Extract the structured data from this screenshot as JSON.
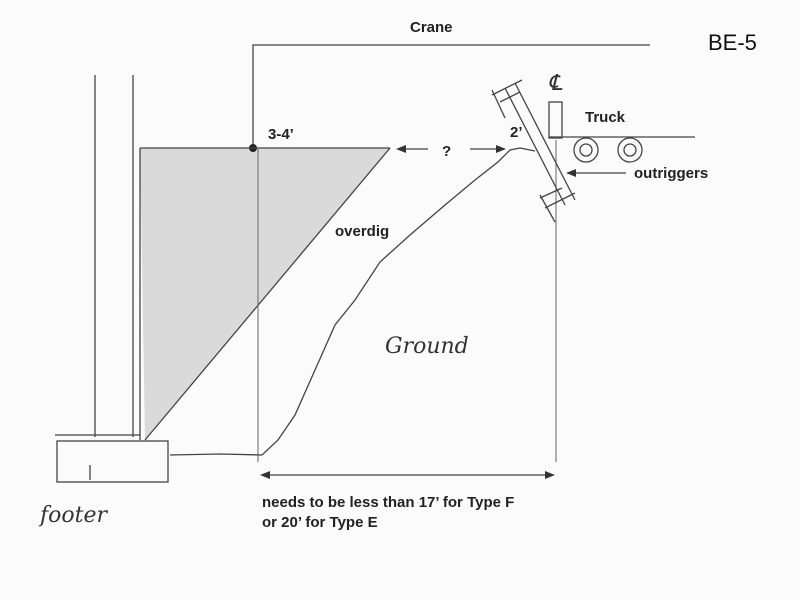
{
  "title": "BE-5",
  "labels": {
    "crane": "Crane",
    "distance_top": "3-4’",
    "unknown_gap": "?",
    "edge_offset": "2’",
    "centerline": "℄",
    "truck": "Truck",
    "outriggers": "outriggers",
    "overdig": "overdig",
    "ground": "Ground",
    "footer": "footer",
    "requirement_line1": "needs to be less than 17’ for Type F",
    "requirement_line2": "or 20’ for Type E"
  },
  "colors": {
    "shade": "#d9d9d9",
    "ink": "#444444"
  }
}
